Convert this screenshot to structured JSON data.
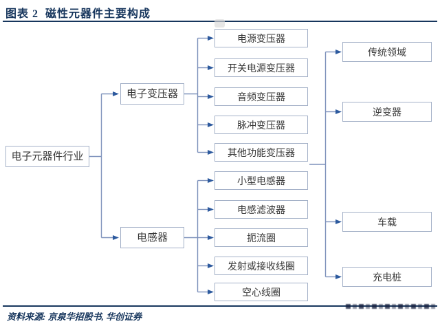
{
  "header": {
    "title": "图表 2  磁性元器件主要构成"
  },
  "footer": {
    "source": "资料来源: 京泉华招股书, 华创证券"
  },
  "colors": {
    "title_navy": "#17365d",
    "box_border": "#a3b0c7",
    "connector_line": "#7d91bb",
    "arrowhead": "#2d5a9e",
    "box_text": "#383838"
  },
  "diagram": {
    "root": "电子元器件行业",
    "branches": [
      {
        "label": "电子变压器",
        "children": [
          "电源变压器",
          "开关电源变压器",
          "音频变压器",
          "脉冲变压器",
          "其他功能变压器"
        ]
      },
      {
        "label": "电感器",
        "children": [
          "小型电感器",
          "电感滤波器",
          "扼流圈",
          "发射或接收线圈",
          "空心线圈"
        ]
      }
    ],
    "applications": [
      "传统领域",
      "逆变器",
      "车载",
      "充电桩"
    ]
  }
}
